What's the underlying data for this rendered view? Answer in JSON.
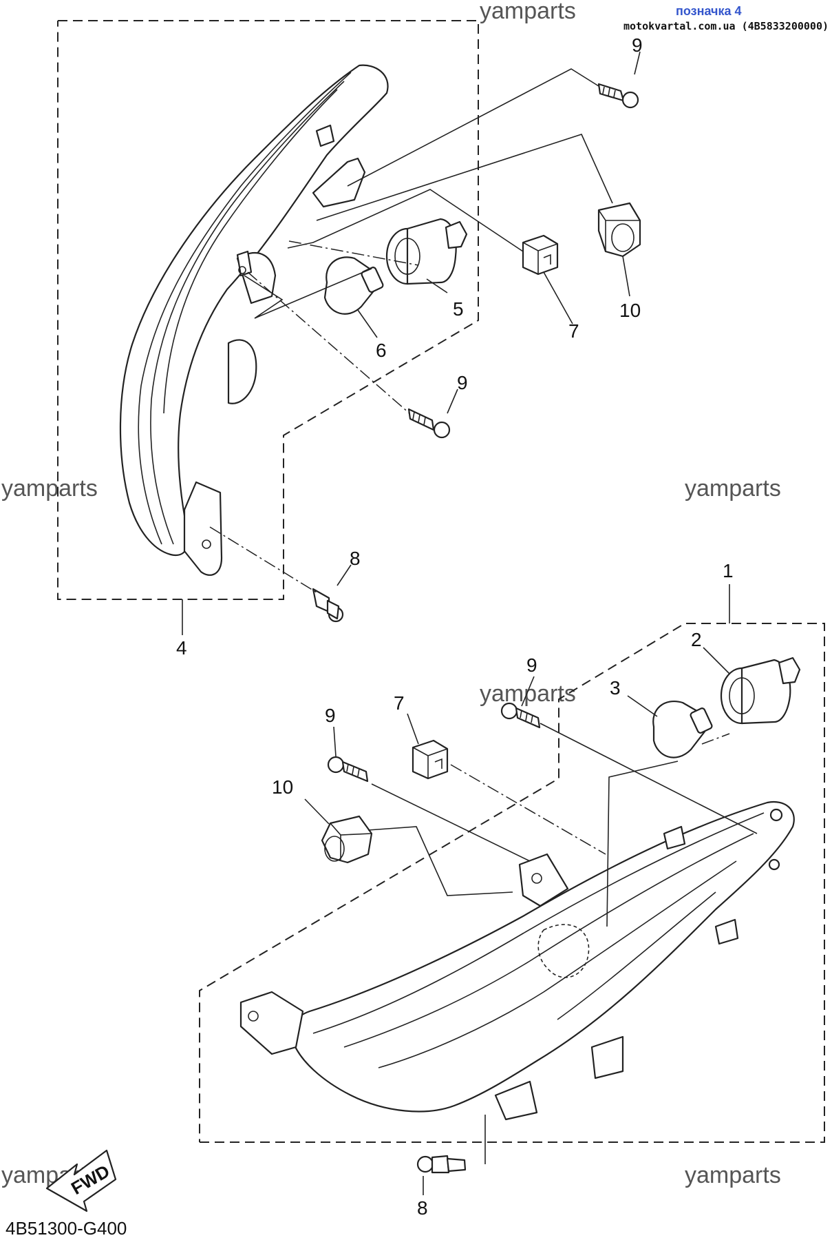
{
  "header": {
    "label": "позначка 4",
    "source": "motokvartal.com.ua (4B5833200000)"
  },
  "watermark": "yamparts",
  "diagram_code": "4B51300-G400",
  "fwd_label": "FWD",
  "callouts": {
    "c1": "1",
    "c2": "2",
    "c3": "3",
    "c4": "4",
    "c5": "5",
    "c6": "6",
    "c7a": "7",
    "c7b": "7",
    "c8a": "8",
    "c8b": "8",
    "c9a": "9",
    "c9b": "9",
    "c9c": "9",
    "c9d": "9",
    "c10a": "10",
    "c10b": "10"
  },
  "colors": {
    "header_label": "#3355cc",
    "line": "#222222",
    "watermark": "#555555"
  }
}
